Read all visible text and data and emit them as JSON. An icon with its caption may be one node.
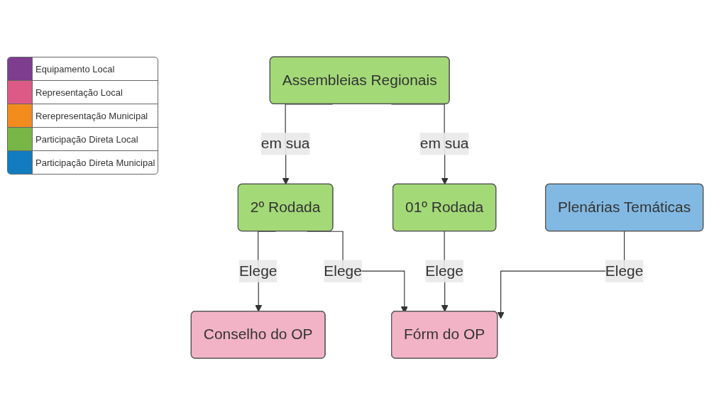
{
  "diagram": {
    "nodes": [
      {
        "text": [
          "Assembleias Regionais"
        ]
      },
      {
        "text": [
          "01º Rodada"
        ]
      },
      {
        "text": [
          "2º Rodada"
        ]
      },
      {
        "text": [
          "Plenárias Temáticas"
        ]
      },
      {
        "text": [
          "Fórm do OP"
        ]
      },
      {
        "text": [
          "Conselho do OP"
        ]
      }
    ],
    "edges": [
      {
        "from": 0,
        "to": 1,
        "arrow": "to",
        "label": "em sua"
      },
      {
        "from": 0,
        "to": 2,
        "arrow": "to",
        "label": "em sua"
      },
      {
        "from": 1,
        "to": 4,
        "arrow": "to",
        "label": "Elege"
      },
      {
        "from": 2,
        "to": 4,
        "arrow": "to",
        "label": "Elege"
      },
      {
        "from": 2,
        "to": 5,
        "arrow": "to",
        "label": "Elege"
      },
      {
        "from": 3,
        "to": 4,
        "arrow": "to",
        "label": "Elege"
      }
    ],
    "legend": [
      {
        "text": "Equipamento Local",
        "color": "#7e3d8e"
      },
      {
        "text": "Representação Local",
        "color": "#de5a86"
      },
      {
        "text": "Rerepresentação Municipal",
        "color": "#f28c1f"
      },
      {
        "text": "Participação Direta Local",
        "color": "#78b648"
      },
      {
        "text": "Participação Direta Municipal",
        "color": "#117cc0"
      }
    ]
  }
}
